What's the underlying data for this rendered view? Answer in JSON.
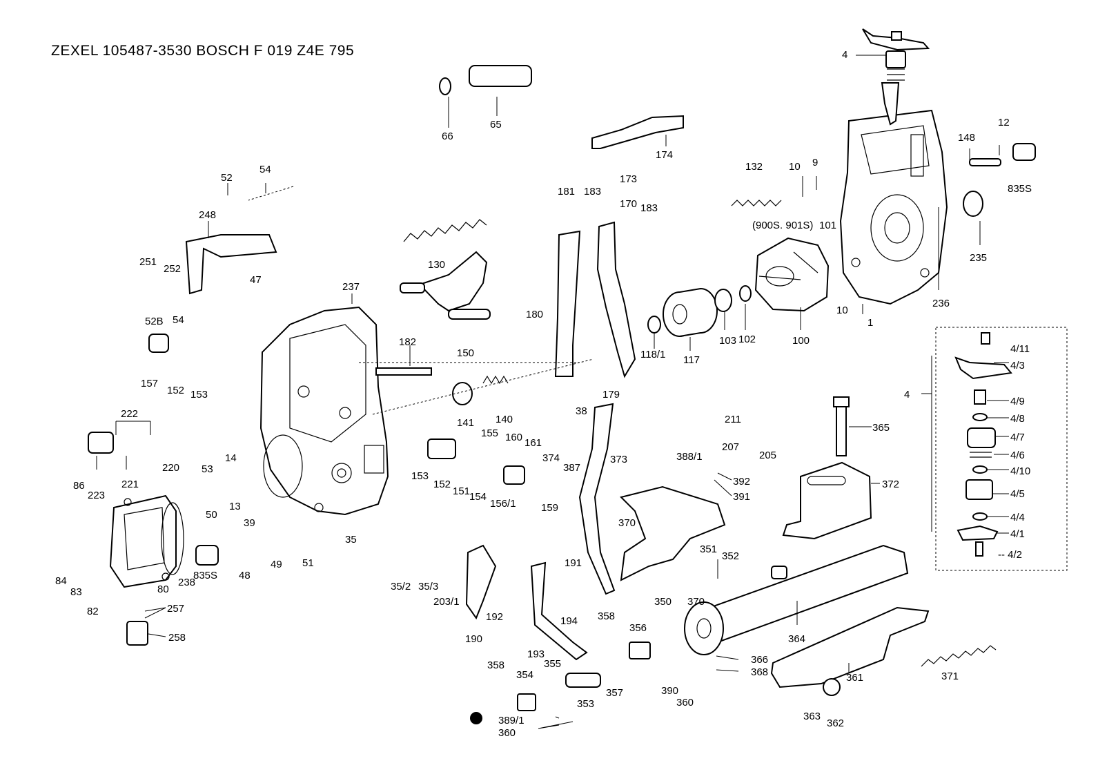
{
  "title": "ZEXEL  105487-3530  BOSCH  F 019 Z4E 795",
  "labels": {
    "l4": "4",
    "l66": "66",
    "l65": "65",
    "l174": "174",
    "l173": "173",
    "l12": "12",
    "l148": "148",
    "l835a": "835S",
    "l132": "132",
    "l10a": "10",
    "l9": "9",
    "l52": "52",
    "l54a": "54",
    "l248": "248",
    "l181": "181",
    "l183a": "183",
    "l170": "170",
    "l183b": "183",
    "l900s": "(900S. 901S)",
    "l101": "101",
    "l235": "235",
    "l130": "130",
    "l251": "251",
    "l252": "252",
    "l47": "47",
    "l237": "237",
    "l52b": "52B",
    "l54b": "54",
    "l150": "150",
    "l236": "236",
    "l10b": "10",
    "l1": "1",
    "l100": "100",
    "l103": "103",
    "l102": "102",
    "l180": "180",
    "l182": "182",
    "l117": "117",
    "l118": "118/1",
    "l157": "157",
    "l152a": "152",
    "l153a": "153",
    "l179": "179",
    "l4_11": "4/11",
    "l4_3": "4/3",
    "l4b": "4",
    "l4_9": "4/9",
    "l4_8": "4/8",
    "l4_7": "4/7",
    "l4_6": "4/6",
    "l4_10": "4/10",
    "l4_5": "4/5",
    "l4_4": "4/4",
    "l4_1": "4/1",
    "l4_2": "-- 4/2",
    "l222": "222",
    "l140": "140",
    "l38": "38",
    "l211": "211",
    "l207": "207",
    "l205": "205",
    "l365": "365",
    "l141": "141",
    "l155": "155",
    "l160": "160",
    "l161": "161",
    "l220": "220",
    "l53": "53",
    "l14": "14",
    "l86": "86",
    "l223": "223",
    "l221": "221",
    "l153b": "153",
    "l152b": "152",
    "l151": "151",
    "l154": "154",
    "l156": "156/1",
    "l374": "374",
    "l387": "387",
    "l373": "373",
    "l388": "388/1",
    "l392": "392",
    "l391": "391",
    "l372": "372",
    "l50": "50",
    "l13": "13",
    "l39": "39",
    "l159": "159",
    "l84": "84",
    "l83": "83",
    "l80": "80",
    "l238": "238",
    "l835b": "835S",
    "l48": "48",
    "l49": "49",
    "l51": "51",
    "l35": "35",
    "l370a": "370",
    "l191": "191",
    "l351": "351",
    "l352": "352",
    "l35_2": "35/2",
    "l35_3": "35/3",
    "l203": "203/1",
    "l192": "192",
    "l350": "350",
    "l370b": "370",
    "l82": "82",
    "l257": "257",
    "l258": "258",
    "l190": "190",
    "l194": "194",
    "l193": "193",
    "l364": "364",
    "l358a": "358",
    "l356": "356",
    "l366": "366",
    "l368": "368",
    "l358b": "358",
    "l354": "354",
    "l355": "355",
    "l357": "357",
    "l390": "390",
    "l360a": "360",
    "l361": "361",
    "l371": "371",
    "l353": "353",
    "l363": "363",
    "l362": "362",
    "l389": "389/1",
    "l360b": "360"
  }
}
